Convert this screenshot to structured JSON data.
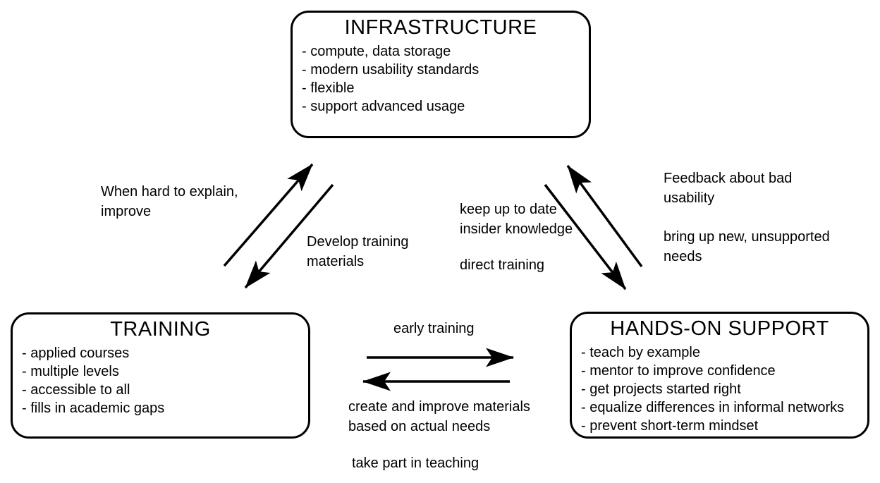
{
  "colors": {
    "ink": "#000000",
    "background": "#ffffff"
  },
  "boxes": {
    "infrastructure": {
      "title": "INFRASTRUCTURE",
      "items": [
        "- compute, data storage",
        "- modern usability standards",
        "- flexible",
        "- support advanced usage"
      ]
    },
    "training": {
      "title": "TRAINING",
      "items": [
        "- applied courses",
        "- multiple levels",
        "- accessible to all",
        "- fills in academic gaps"
      ]
    },
    "hands_on_support": {
      "title": "HANDS-ON SUPPORT",
      "items": [
        "- teach by example",
        "- mentor to improve confidence",
        "- get projects started right",
        "- equalize differences in informal networks",
        "- prevent short-term mindset"
      ]
    }
  },
  "arrows": {
    "training_to_infra": {
      "label": "When hard to explain,\nimprove"
    },
    "infra_to_training": {
      "label": "Develop training\nmaterials"
    },
    "infra_to_support": {
      "labels": [
        "keep up to date\ninsider knowledge",
        "direct training"
      ]
    },
    "support_to_infra": {
      "labels": [
        "Feedback about bad\nusability",
        "bring up new, unsupported\nneeds"
      ]
    },
    "training_to_support": {
      "label": "early training"
    },
    "support_to_training": {
      "labels": [
        "create and improve materials\nbased on actual needs",
        "take part in teaching"
      ]
    }
  }
}
